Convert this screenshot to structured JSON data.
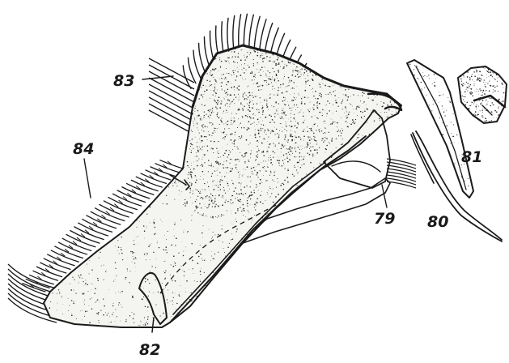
{
  "labels": {
    "l79": "79",
    "l80": "80",
    "l81": "81",
    "l82": "82",
    "l83": "83",
    "l84": "84"
  },
  "colors": {
    "ink": "#1a1a1a",
    "paper": "#ffffff",
    "stipple": "#2a2a2a"
  }
}
